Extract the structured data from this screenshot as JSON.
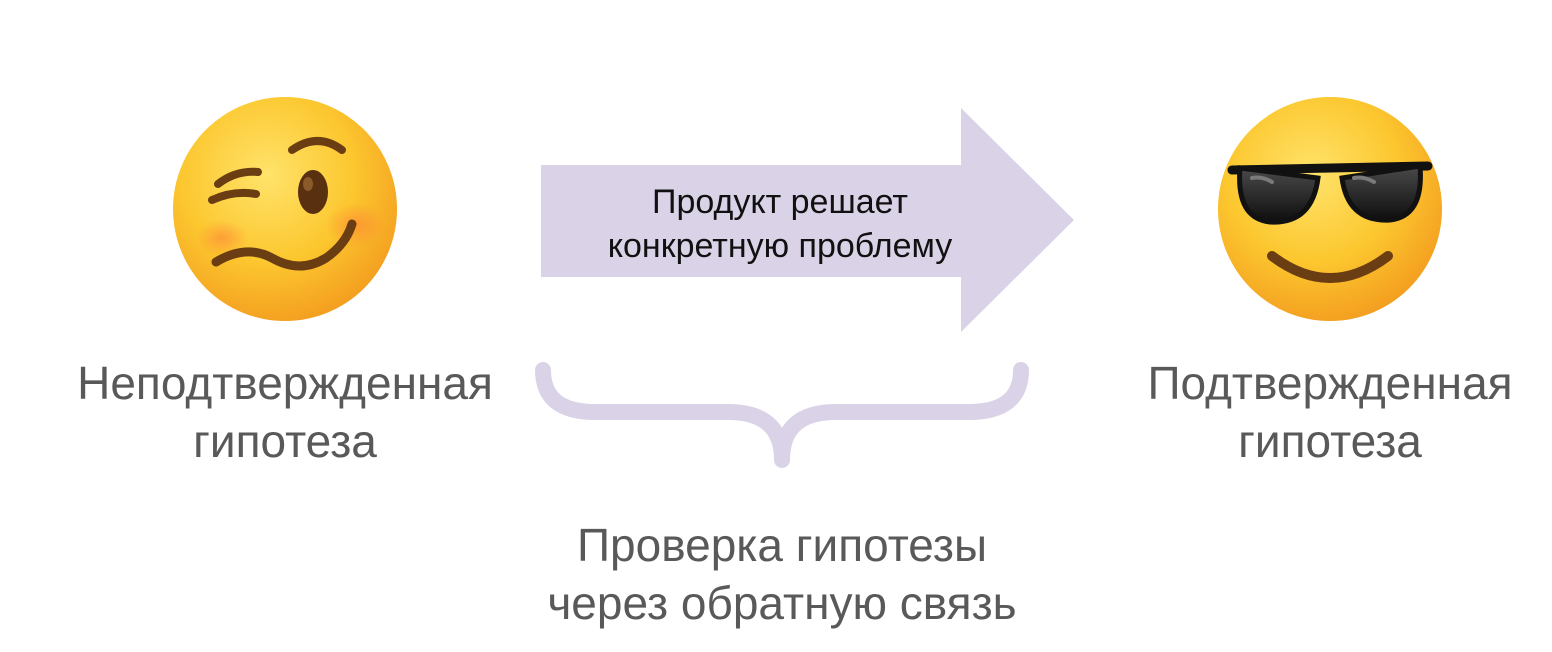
{
  "diagram": {
    "start_label": [
      "Неподтвержденная",
      "гипотеза"
    ],
    "end_label": [
      "Подтвержденная",
      "гипотеза"
    ],
    "arrow_text": [
      "Продукт решает",
      "конкретную проблему"
    ],
    "brace_label": [
      "Проверка гипотезы",
      "через обратную связь"
    ],
    "start_icon": "woozy-face-icon",
    "end_icon": "smiling-face-with-sunglasses-icon"
  },
  "colors": {
    "accent": "#dad3e8",
    "label_text": "#595959",
    "arrow_text": "#111111",
    "emoji_face": "#fcbf2e"
  }
}
